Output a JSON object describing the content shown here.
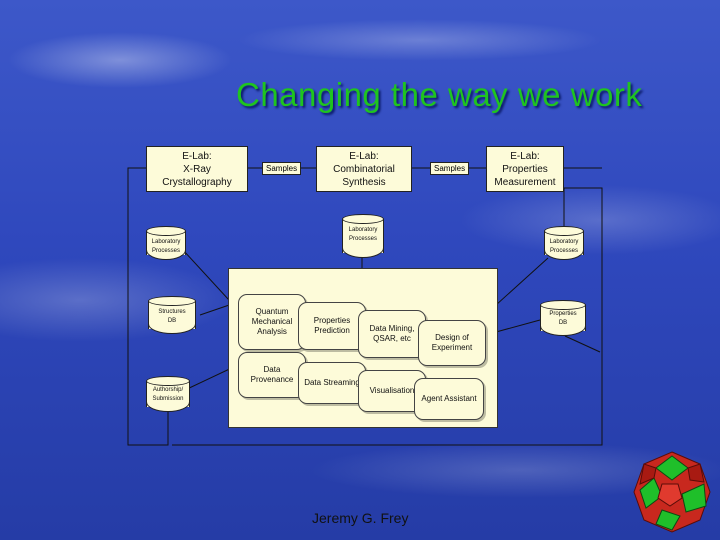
{
  "title": "Changing the way we work",
  "boxes": {
    "xray": [
      "E-Lab:",
      "X-Ray",
      "Crystallography"
    ],
    "synthesis": [
      "E-Lab:",
      "Combinatorial",
      "Synthesis"
    ],
    "properties": [
      "E-Lab:",
      "Properties",
      "Measurement"
    ]
  },
  "samples_left": "Samples",
  "samples_right": "Samples",
  "cylinders": {
    "lab_left": [
      "Laboratory",
      "Processes"
    ],
    "lab_center": [
      "Laboratory",
      "Processes"
    ],
    "lab_right": [
      "Laboratory",
      "Processes"
    ],
    "structures_db": [
      "Structures",
      "DB"
    ],
    "properties_db": [
      "Properties",
      "DB"
    ],
    "authorship": [
      "Authorship/",
      "Submission"
    ]
  },
  "panel": {
    "quantum": [
      "Quantum",
      "Mechanical",
      "Analysis"
    ],
    "prediction": [
      "Properties",
      "Prediction"
    ],
    "mining": [
      "Data Mining,",
      "QSAR, etc"
    ],
    "design": [
      "Design of",
      "Experiment"
    ],
    "provenance": [
      "Data",
      "Provenance"
    ],
    "streaming": "Data Streaming",
    "visualisation": "Visualisation",
    "agent": "Agent Assistant"
  },
  "author": "Jeremy G. Frey",
  "colors": {
    "title": "#1fc41f",
    "box_fill": "#fdfbd9",
    "background": "#2f48bd"
  }
}
